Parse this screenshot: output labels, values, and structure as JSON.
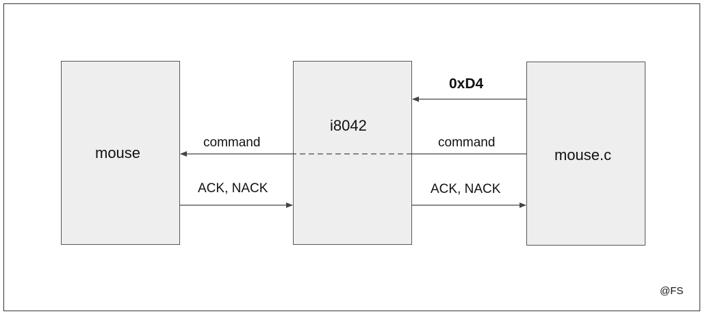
{
  "diagram": {
    "boxes": {
      "mouse": "mouse",
      "controller": "i8042",
      "driver": "mouse.c"
    },
    "arrows": {
      "port_command": "0xD4",
      "command_out": "command",
      "command_in": "command",
      "ack_left": "ACK, NACK",
      "ack_right": "ACK, NACK"
    },
    "credit": "@FS",
    "colors": {
      "box_fill": "#eeeeee",
      "box_border": "#555555",
      "line": "#444444"
    }
  }
}
